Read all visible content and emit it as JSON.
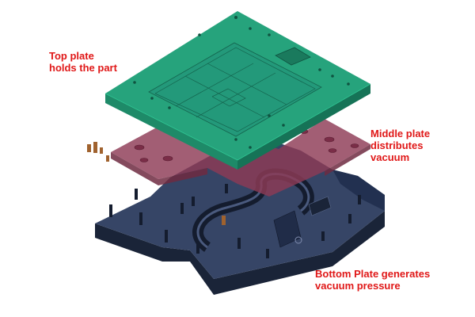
{
  "labels": {
    "top_plate": [
      "Top plate",
      "holds the part"
    ],
    "middle_plate": [
      "Middle plate",
      "distributes",
      "vacuum"
    ],
    "bottom_plate": [
      "Bottom Plate generates",
      "vacuum pressure"
    ]
  },
  "colors": {
    "label_red": "#e01818",
    "top_plate_face": "#25a37c",
    "top_plate_side_left": "#1e8a68",
    "top_plate_side_right": "#167357",
    "middle_plate_face": "#8e3a55",
    "bottom_plate_face": "#2a3a5c",
    "bottom_plate_side": "#1a2438",
    "copper_pin": "#a0622e"
  }
}
